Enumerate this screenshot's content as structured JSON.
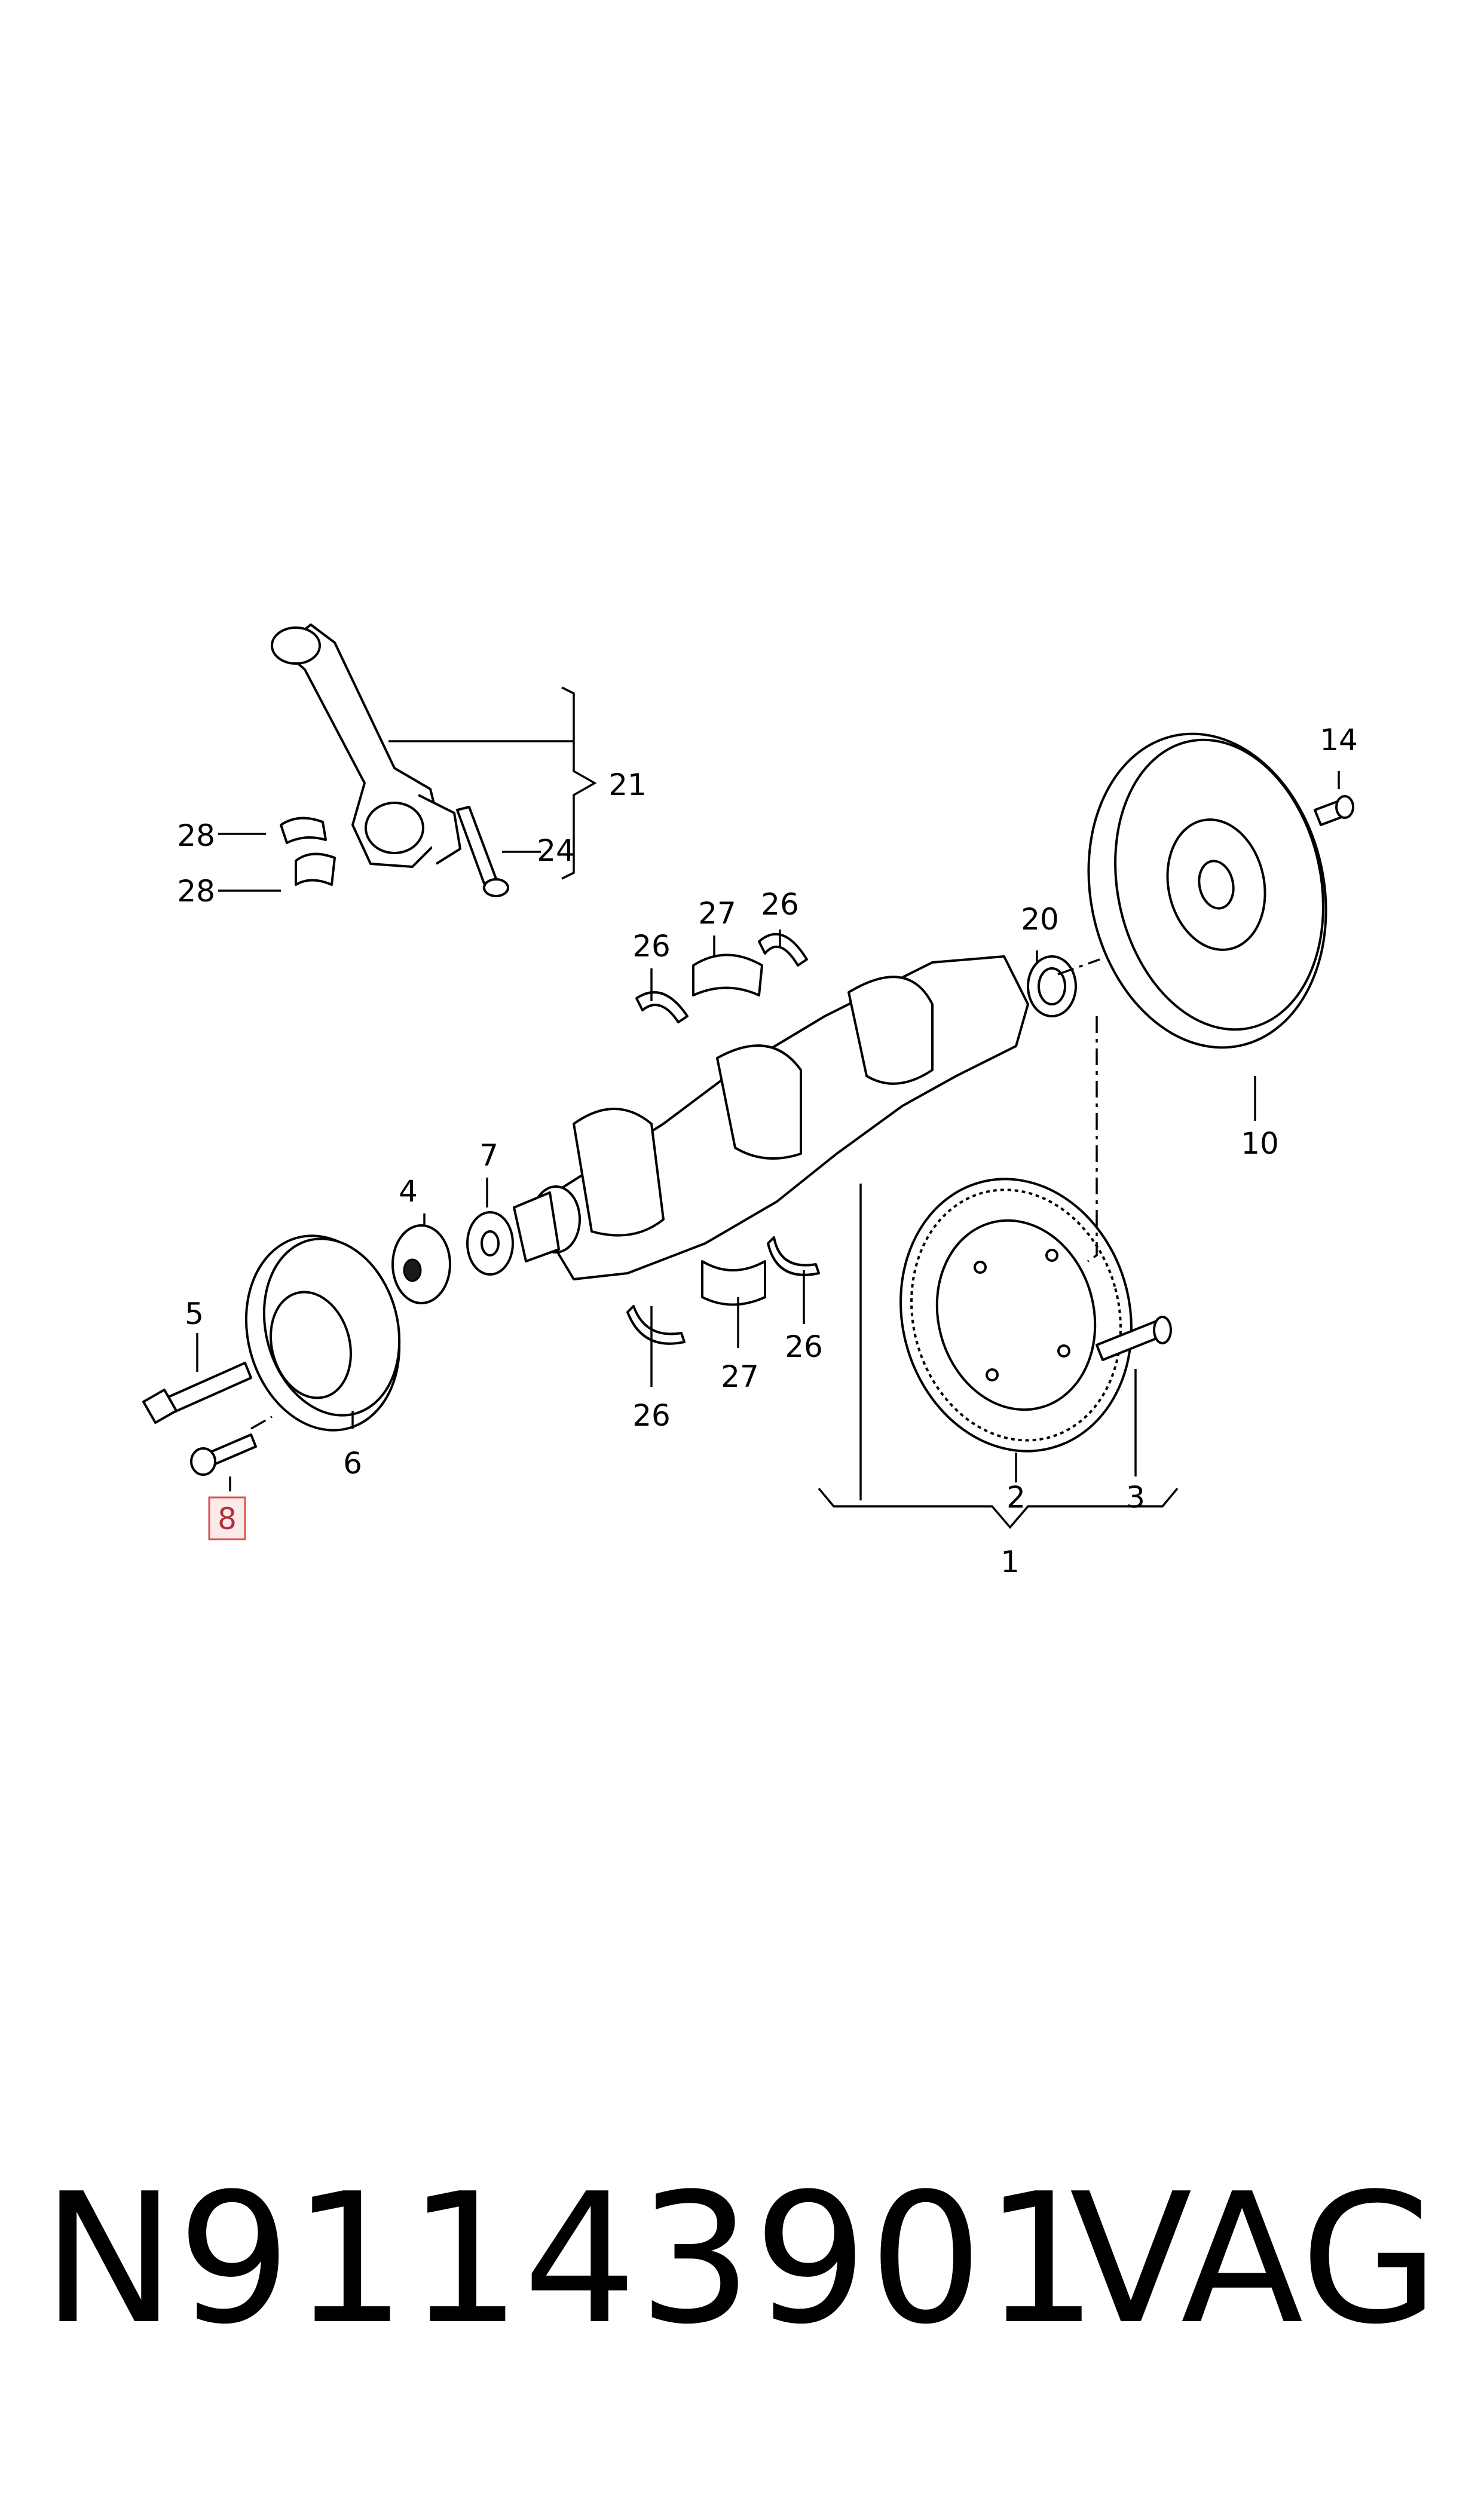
{
  "callouts": {
    "c1": "1",
    "c2": "2",
    "c3": "3",
    "c4": "4",
    "c5": "5",
    "c6": "6",
    "c7": "7",
    "c8": "8",
    "c10": "10",
    "c14": "14",
    "c20": "20",
    "c21": "21",
    "c24": "24",
    "c26a": "26",
    "c26b": "26",
    "c26c": "26",
    "c26d": "26",
    "c27a": "27",
    "c27b": "27",
    "c28a": "28",
    "c28b": "28"
  },
  "highlight_color": "#d9534f",
  "footer": {
    "part_number": "N91143901",
    "brand": "VAG"
  }
}
